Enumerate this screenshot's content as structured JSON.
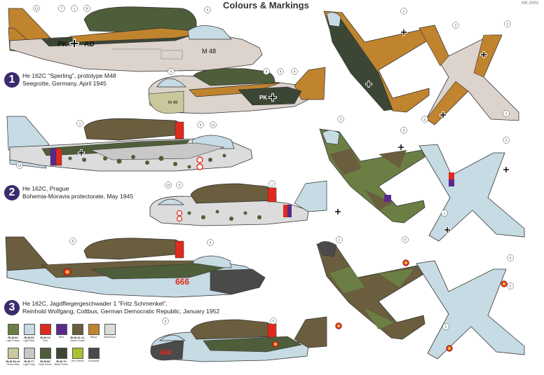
{
  "header": {
    "title": "Colours & Markings",
    "code": "MK-3002"
  },
  "schemes": [
    {
      "number": "1",
      "line1": "He 162C \"Sperling\", prototype M48",
      "line2": "Seegrotte, Germany, April 1945",
      "code_letters": "PK",
      "code_letters2": "AD",
      "serial": "M 48"
    },
    {
      "number": "2",
      "line1": "He 162C, Prague",
      "line2": "Bohemia-Moravia protectorate, May 1945"
    },
    {
      "number": "3",
      "line1": "He 162C, Jagdfliegergeschwader 1 \"Fritz Schmenkel\",",
      "line2": "Reinhold Wolfgang, Cottbus, German Democratic Republic, January 1952",
      "serial": "666"
    }
  ],
  "callouts": {
    "s1_side": [
      "12",
      "7",
      "1",
      "9",
      "4"
    ],
    "s1_lower": [
      "6",
      "8",
      "8",
      "8"
    ],
    "s2_side": [
      "1",
      "8",
      "11",
      "16"
    ],
    "s2_lower": [
      "10",
      "6",
      "1"
    ],
    "s3_side": [
      "5",
      "6"
    ],
    "s3_lower": [
      "6",
      "5"
    ],
    "plan": [
      "2",
      "2",
      "2",
      "2",
      "2",
      "2",
      "3",
      "2",
      "3",
      "2",
      "5",
      "5",
      "5",
      "2"
    ]
  },
  "colors": [
    {
      "code": "RLM 82",
      "name": "Light Green",
      "hex": "#6b7f45"
    },
    {
      "code": "RLM 65",
      "name": "Light Blue",
      "hex": "#c6dbe4"
    },
    {
      "code": "RLM 23",
      "name": "Red",
      "hex": "#e02a1e"
    },
    {
      "code": "",
      "name": "Blue",
      "hex": "#5a2a8a"
    },
    {
      "code": "RLM 81 v1",
      "name": "Brown-Violet",
      "hex": "#6a5e3e"
    },
    {
      "code": "",
      "name": "Wood",
      "hex": "#c0842e"
    },
    {
      "code": "",
      "name": "Aluminium",
      "hex": "#dcdcdc"
    },
    {
      "code": "RLM 84 v2",
      "name": "Green-Blue",
      "hex": "#c9c89c"
    },
    {
      "code": "RLM 77",
      "name": "Light Grey",
      "hex": "#c8c8c8"
    },
    {
      "code": "RLM 83",
      "name": "Dark Green",
      "hex": "#4f5e3a"
    },
    {
      "code": "RLM 70",
      "name": "Black Green",
      "hex": "#3c4634"
    },
    {
      "code": "",
      "name": "Zinc Primer",
      "hex": "#a8c234"
    },
    {
      "code": "",
      "name": "Gunmetal",
      "hex": "#4a4a4a"
    }
  ]
}
